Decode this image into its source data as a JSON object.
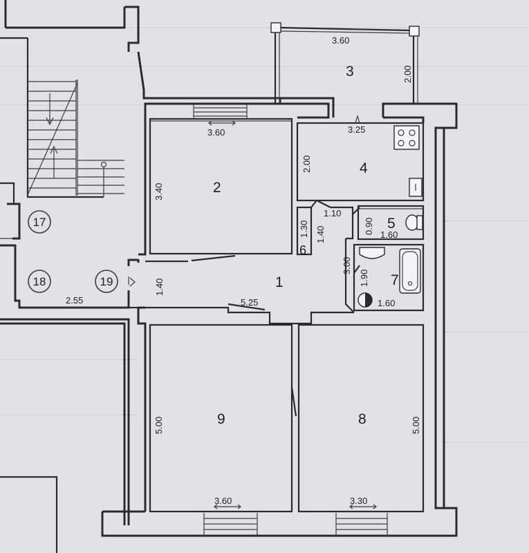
{
  "plan": {
    "rooms": [
      {
        "id": "room-1",
        "number": "1"
      },
      {
        "id": "room-2",
        "number": "2"
      },
      {
        "id": "room-3",
        "number": "3"
      },
      {
        "id": "room-4",
        "number": "4"
      },
      {
        "id": "room-5",
        "number": "5"
      },
      {
        "id": "room-6",
        "number": "6"
      },
      {
        "id": "room-7",
        "number": "7"
      },
      {
        "id": "room-8",
        "number": "8"
      },
      {
        "id": "room-9",
        "number": "9"
      }
    ],
    "badges": [
      {
        "id": "badge-17",
        "number": "17"
      },
      {
        "id": "badge-18",
        "number": "18"
      },
      {
        "id": "badge-19",
        "number": "19"
      }
    ],
    "dimensions": {
      "balcony_width": "3.60",
      "balcony_depth": "2.00",
      "room2_width": "3.60",
      "room2_depth": "3.40",
      "kitchen_width": "3.25",
      "kitchen_depth": "2.00",
      "closet_width": "1.30",
      "passage_width": "1.10",
      "passage_depth": "1.40",
      "wc_depth": "0.90",
      "wc_width": "1.60",
      "bath_depth": "1.90",
      "bath_width": "1.60",
      "hall_side": "3.00",
      "hall_depth": "1.40",
      "hall_length": "5.25",
      "landing_width": "2.55",
      "room9_depth": "5.00",
      "room9_width": "3.60",
      "room8_depth": "5.00",
      "room8_width": "3.30"
    }
  }
}
